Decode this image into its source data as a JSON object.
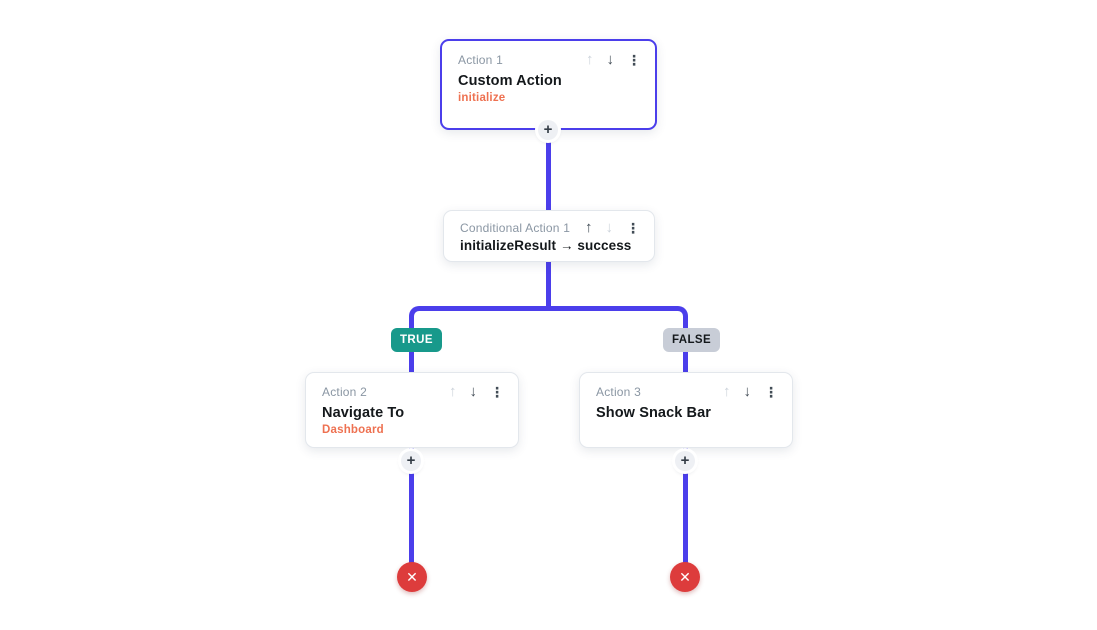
{
  "colors": {
    "connector": "#4b3eeb",
    "selected_border": "#4b3eeb",
    "card_border": "#e3e7ec",
    "label_gray": "#8a96a3",
    "title_dark": "#14181b",
    "accent_orange": "#ee7151",
    "true_badge_bg": "#18998b",
    "false_badge_bg": "#c8cdd7",
    "plus_bg": "#eef0f4",
    "terminate_red": "#dd3c3c"
  },
  "icons": {
    "move_up": "↑",
    "move_down": "↓",
    "menu": "⋮",
    "add": "+",
    "terminate": "✕"
  },
  "nodes": {
    "action1": {
      "label": "Action 1",
      "title": "Custom Action",
      "subtitle": "initialize"
    },
    "conditional1": {
      "label": "Conditional Action 1",
      "title": "initializeResult → success"
    },
    "action2": {
      "label": "Action 2",
      "title": "Navigate To",
      "subtitle": "Dashboard"
    },
    "action3": {
      "label": "Action 3",
      "title": "Show Snack Bar"
    }
  },
  "branches": {
    "true_label": "TRUE",
    "false_label": "FALSE"
  }
}
